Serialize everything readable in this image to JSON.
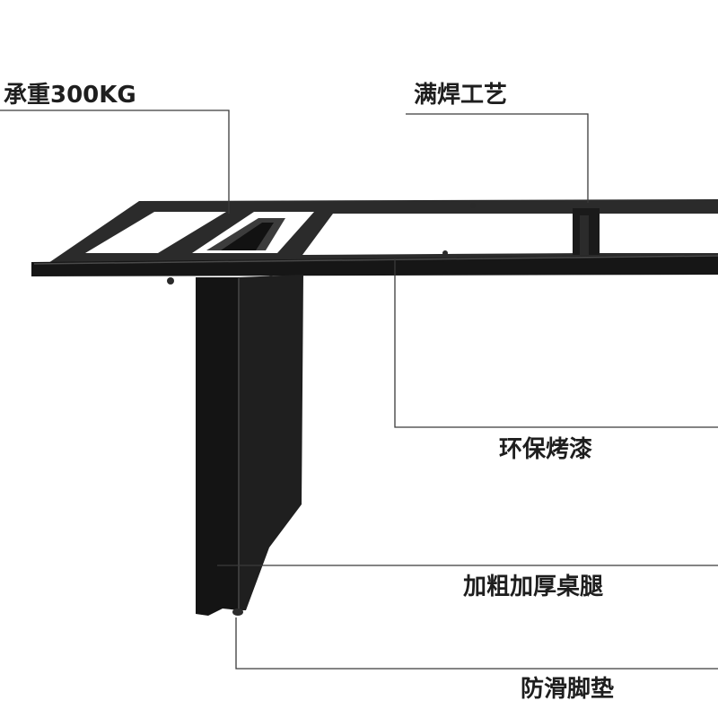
{
  "callouts": {
    "load_capacity": "承重300KG",
    "full_weld": "满焊工艺",
    "eco_paint": "环保烤漆",
    "thick_leg": "加粗加厚桌腿",
    "anti_slip_pad": "防滑脚垫"
  },
  "colors": {
    "background": "#ffffff",
    "frame": "#1c1c1c",
    "leader_line": "#3a3a3a",
    "label_text": "#1e1e1e"
  }
}
